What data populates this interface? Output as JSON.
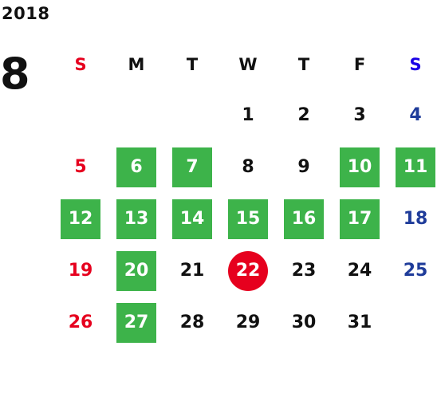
{
  "calendar": {
    "year": "2018",
    "month": "8",
    "weekdays": [
      "S",
      "M",
      "T",
      "W",
      "T",
      "F",
      "S"
    ],
    "weekday_colors": [
      "#e6001e",
      "#111111",
      "#111111",
      "#111111",
      "#111111",
      "#111111",
      "#1a00e6"
    ],
    "first_weekday_index": 3,
    "days": [
      "1",
      "2",
      "3",
      "4",
      "5",
      "6",
      "7",
      "8",
      "9",
      "10",
      "11",
      "12",
      "13",
      "14",
      "15",
      "16",
      "17",
      "18",
      "19",
      "20",
      "21",
      "22",
      "23",
      "24",
      "25",
      "26",
      "27",
      "28",
      "29",
      "30",
      "31"
    ],
    "highlighted_days": [
      "6",
      "7",
      "10",
      "11",
      "12",
      "13",
      "14",
      "15",
      "16",
      "17",
      "20",
      "27"
    ],
    "today": "22",
    "colors": {
      "sunday": "#e6001e",
      "saturday": "#1f3c9a",
      "weekday": "#111111",
      "highlight": "#3db34a",
      "today": "#e6001e"
    }
  }
}
